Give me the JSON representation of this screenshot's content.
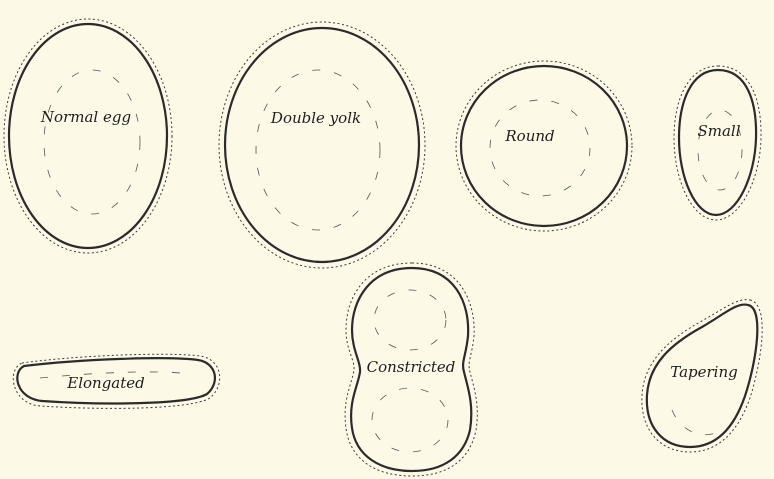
{
  "eggs": [
    {
      "id": "normal-egg",
      "label": "Normal egg"
    },
    {
      "id": "double-yolk-egg",
      "label": "Double yolk"
    },
    {
      "id": "round-egg",
      "label": "Round"
    },
    {
      "id": "small-egg",
      "label": "Small"
    },
    {
      "id": "elongated-egg",
      "label": "Elongated"
    },
    {
      "id": "constricted-egg",
      "label": "Constricted"
    },
    {
      "id": "tapering-egg",
      "label": "Tapering"
    }
  ]
}
